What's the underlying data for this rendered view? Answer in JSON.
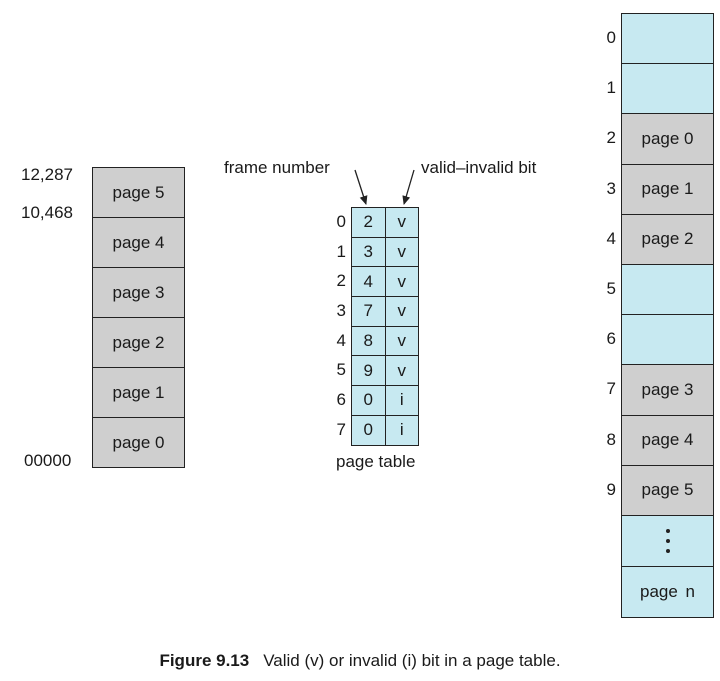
{
  "logical_memory": {
    "pages": [
      "page 5",
      "page 4",
      "page 3",
      "page 2",
      "page 1",
      "page 0"
    ],
    "address_top": "12,287",
    "address_limit": "10,468",
    "address_base": "00000"
  },
  "page_table": {
    "frame_number_label": "frame number",
    "valid_invalid_label": "valid–invalid bit",
    "label": "page table",
    "entries": [
      {
        "index": "0",
        "frame": "2",
        "bit": "v"
      },
      {
        "index": "1",
        "frame": "3",
        "bit": "v"
      },
      {
        "index": "2",
        "frame": "4",
        "bit": "v"
      },
      {
        "index": "3",
        "frame": "7",
        "bit": "v"
      },
      {
        "index": "4",
        "frame": "8",
        "bit": "v"
      },
      {
        "index": "5",
        "frame": "9",
        "bit": "v"
      },
      {
        "index": "6",
        "frame": "0",
        "bit": "i"
      },
      {
        "index": "7",
        "frame": "0",
        "bit": "i"
      }
    ]
  },
  "physical_memory": {
    "frame_indices": [
      "0",
      "1",
      "2",
      "3",
      "4",
      "5",
      "6",
      "7",
      "8",
      "9"
    ],
    "frames": [
      "",
      "",
      "page 0",
      "page 1",
      "page 2",
      "",
      "",
      "page 3",
      "page 4",
      "page 5"
    ],
    "last_frame": "page n"
  },
  "caption": {
    "figure_number": "Figure 9.13",
    "text": "Valid (v) or invalid (i) bit in a page table."
  },
  "colors": {
    "page_gray": "#cfcfcf",
    "frame_blue": "#c7e9f1",
    "stroke": "#222222"
  }
}
